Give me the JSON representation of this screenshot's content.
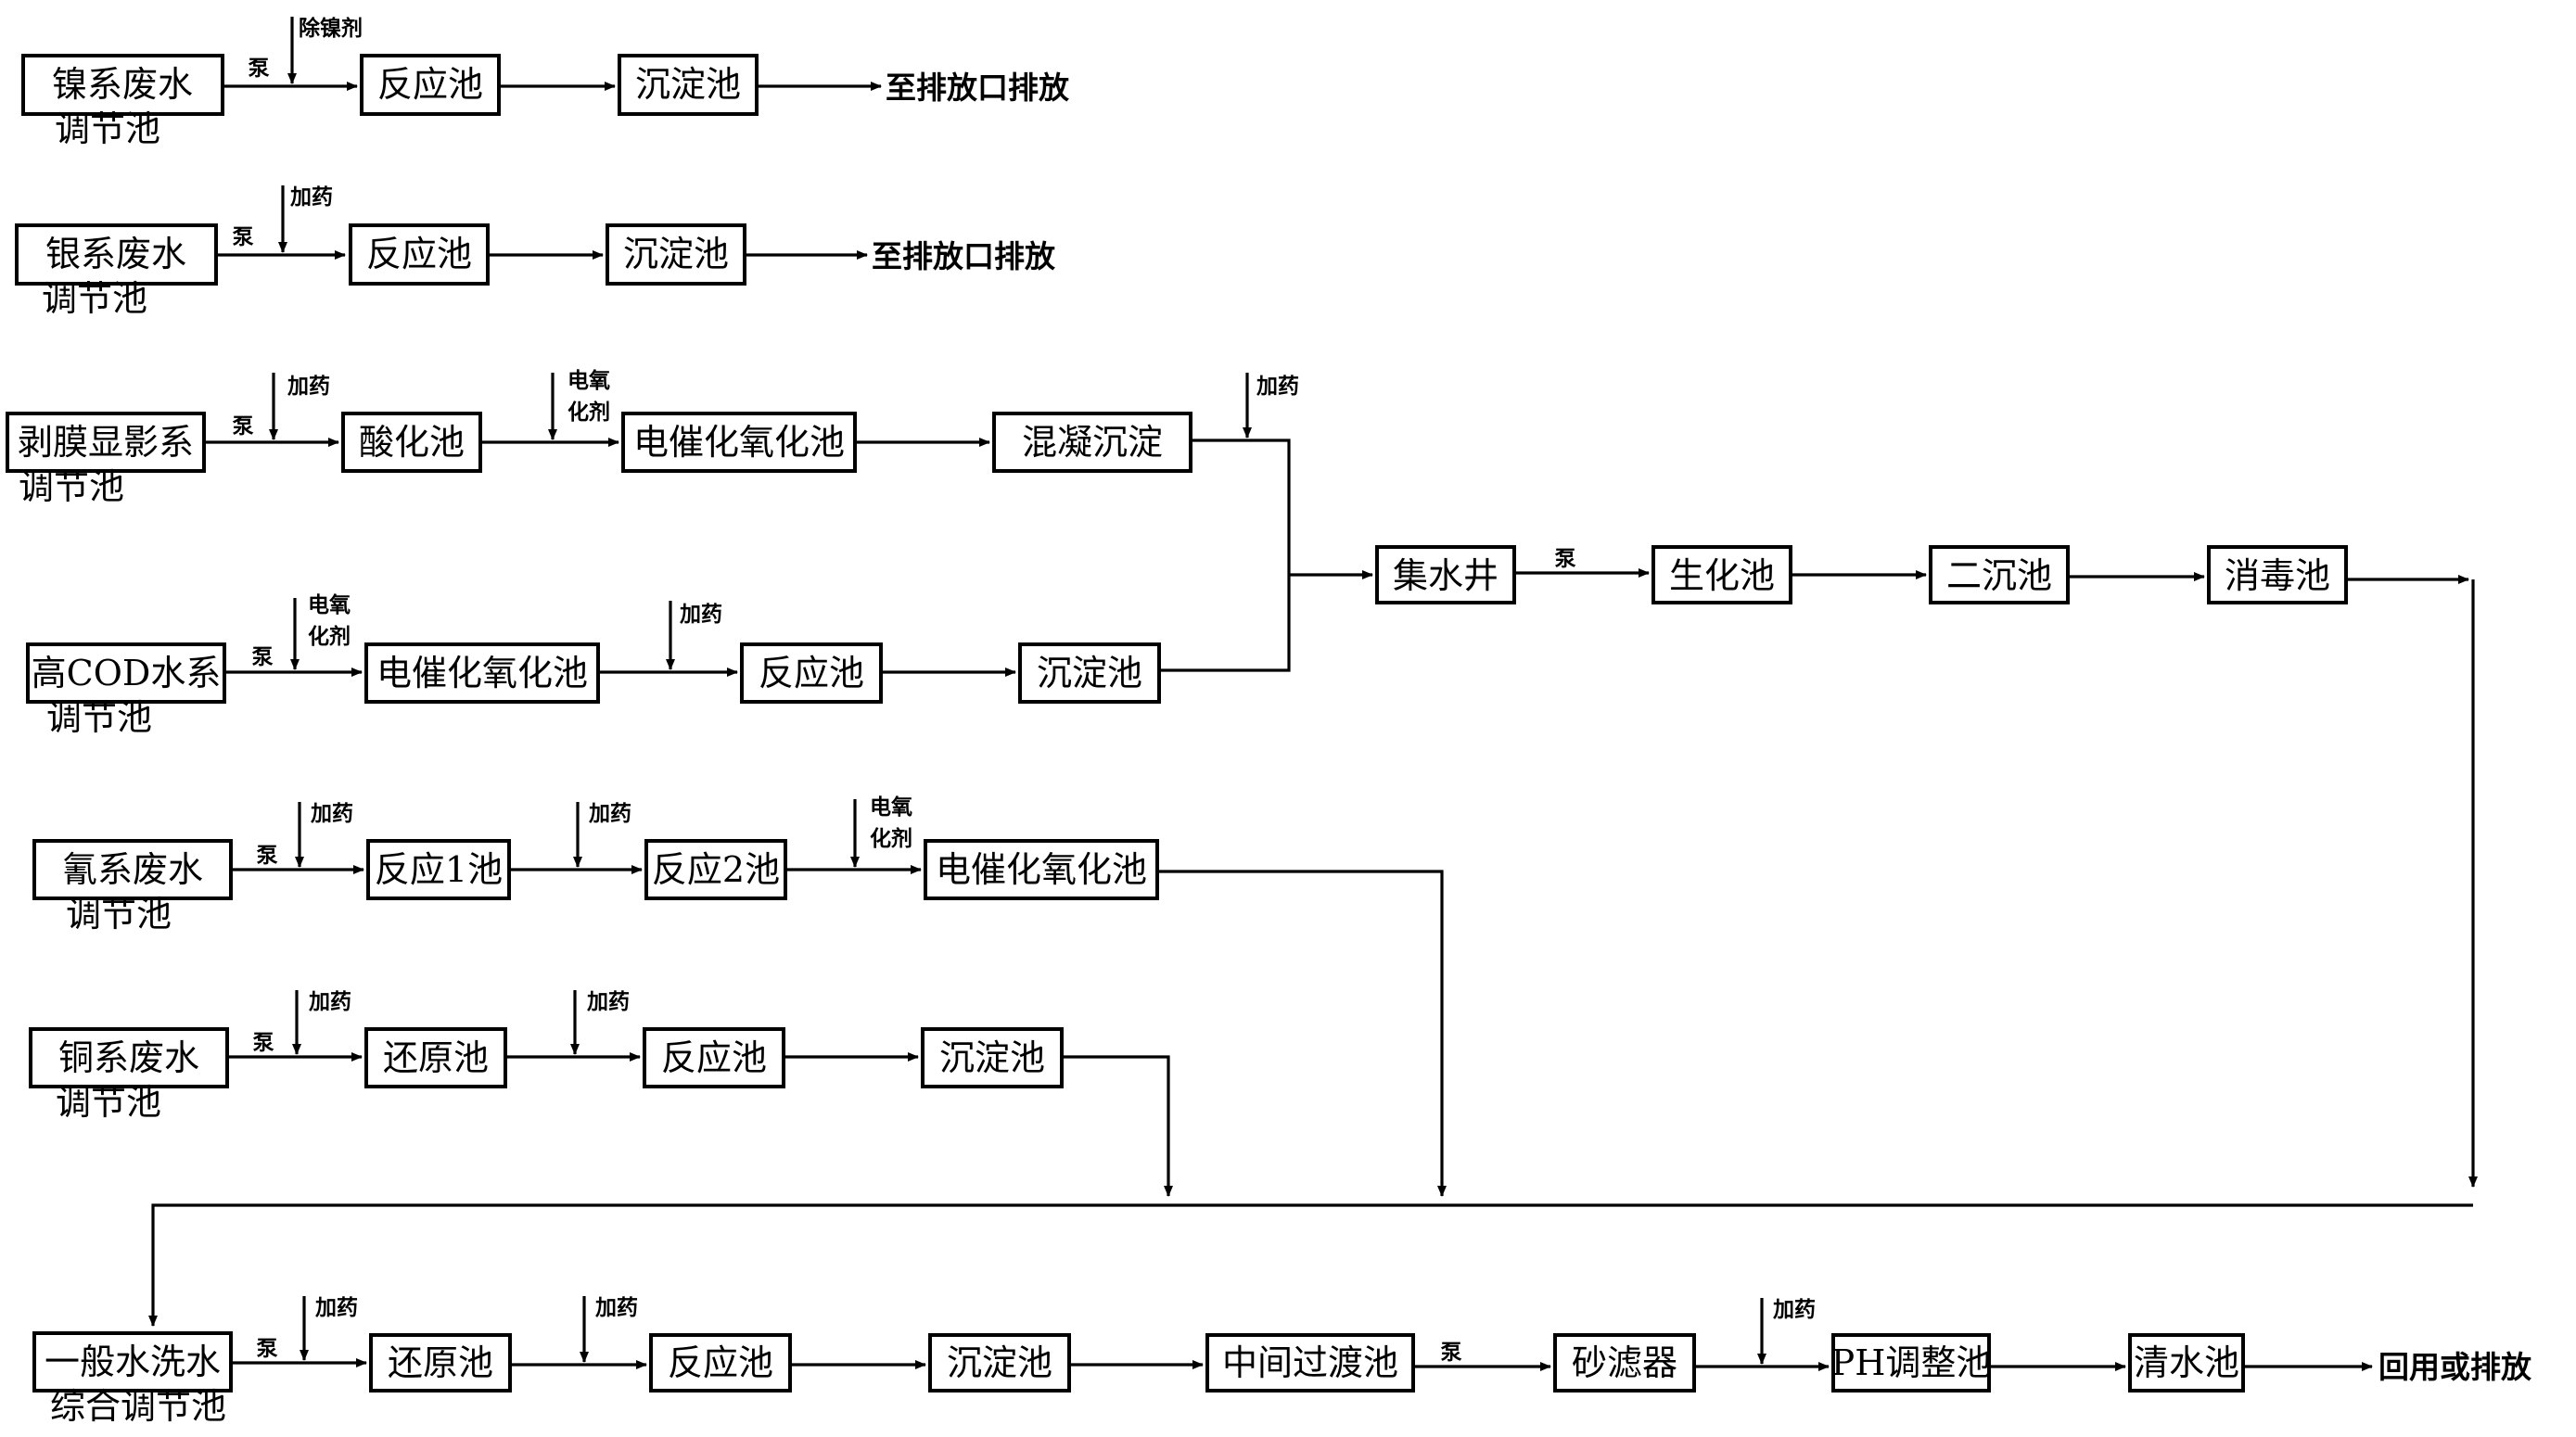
{
  "pump": "泵",
  "lines": {
    "nickel": {
      "source": "镍系废水",
      "source_sub": "调节池",
      "additive": "除镍剂",
      "steps": [
        "反应池",
        "沉淀池"
      ],
      "destination": "至排放口排放"
    },
    "silver": {
      "source": "银系废水",
      "source_sub": "调节池",
      "additive": "加药",
      "steps": [
        "反应池",
        "沉淀池"
      ],
      "destination": "至排放口排放"
    },
    "strip": {
      "source": "剥膜显影系",
      "source_sub": "调节池",
      "additives": [
        "加药",
        "电氧",
        "化剂",
        "加药"
      ],
      "steps": [
        "酸化池",
        "电催化氧化池",
        "混凝沉淀"
      ]
    },
    "cod": {
      "source": "高COD水系",
      "source_sub": "调节池",
      "additives": [
        "电氧",
        "化剂",
        "加药"
      ],
      "steps": [
        "电催化氧化池",
        "反应池",
        "沉淀池"
      ]
    },
    "bio": {
      "steps": [
        "集水井",
        "生化池",
        "二沉池",
        "消毒池"
      ]
    },
    "cyanide": {
      "source": "氰系废水",
      "source_sub": "调节池",
      "additives": [
        "加药",
        "加药",
        "电氧",
        "化剂"
      ],
      "steps": [
        "反应1池",
        "反应2池",
        "电催化氧化池"
      ]
    },
    "copper": {
      "source": "铜系废水",
      "source_sub": "调节池",
      "additives": [
        "加药",
        "加药"
      ],
      "steps": [
        "还原池",
        "反应池",
        "沉淀池"
      ]
    },
    "general": {
      "source": "一般水洗水",
      "source_sub": "综合调节池",
      "additives": [
        "加药",
        "加药",
        "加药"
      ],
      "steps": [
        "还原池",
        "反应池",
        "沉淀池",
        "中间过渡池",
        "砂滤器",
        "PH调整池",
        "清水池"
      ],
      "destination": "回用或排放"
    }
  }
}
